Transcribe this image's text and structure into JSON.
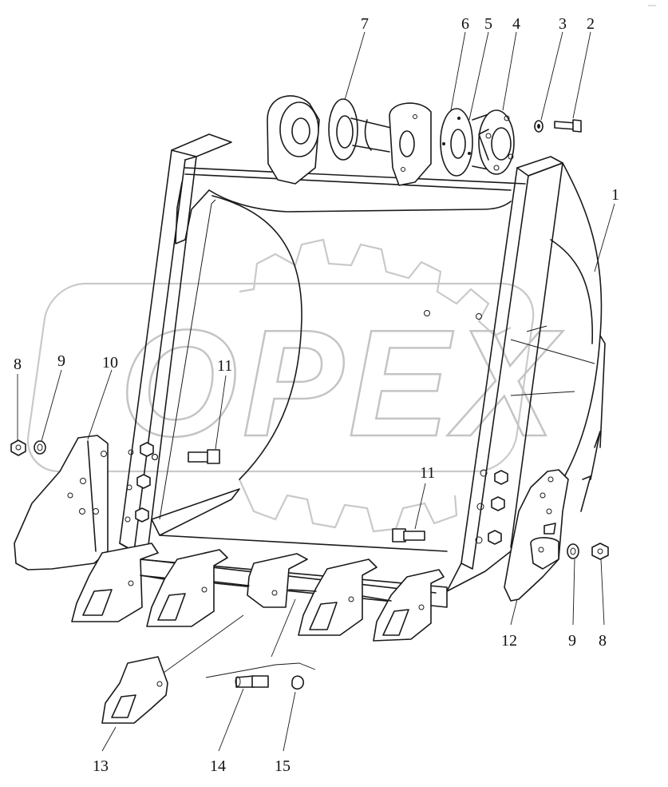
{
  "watermark": {
    "text": "OPEX"
  },
  "corner_mark": "~~~",
  "callouts": {
    "c1": "1",
    "c2": "2",
    "c3": "3",
    "c4": "4",
    "c5": "5",
    "c6": "6",
    "c7": "7",
    "c8_left": "8",
    "c9_left": "9",
    "c10": "10",
    "c11_left": "11",
    "c11_right": "11",
    "c12": "12",
    "c9_right": "9",
    "c8_right": "8",
    "c13": "13",
    "c14": "14",
    "c15": "15"
  }
}
